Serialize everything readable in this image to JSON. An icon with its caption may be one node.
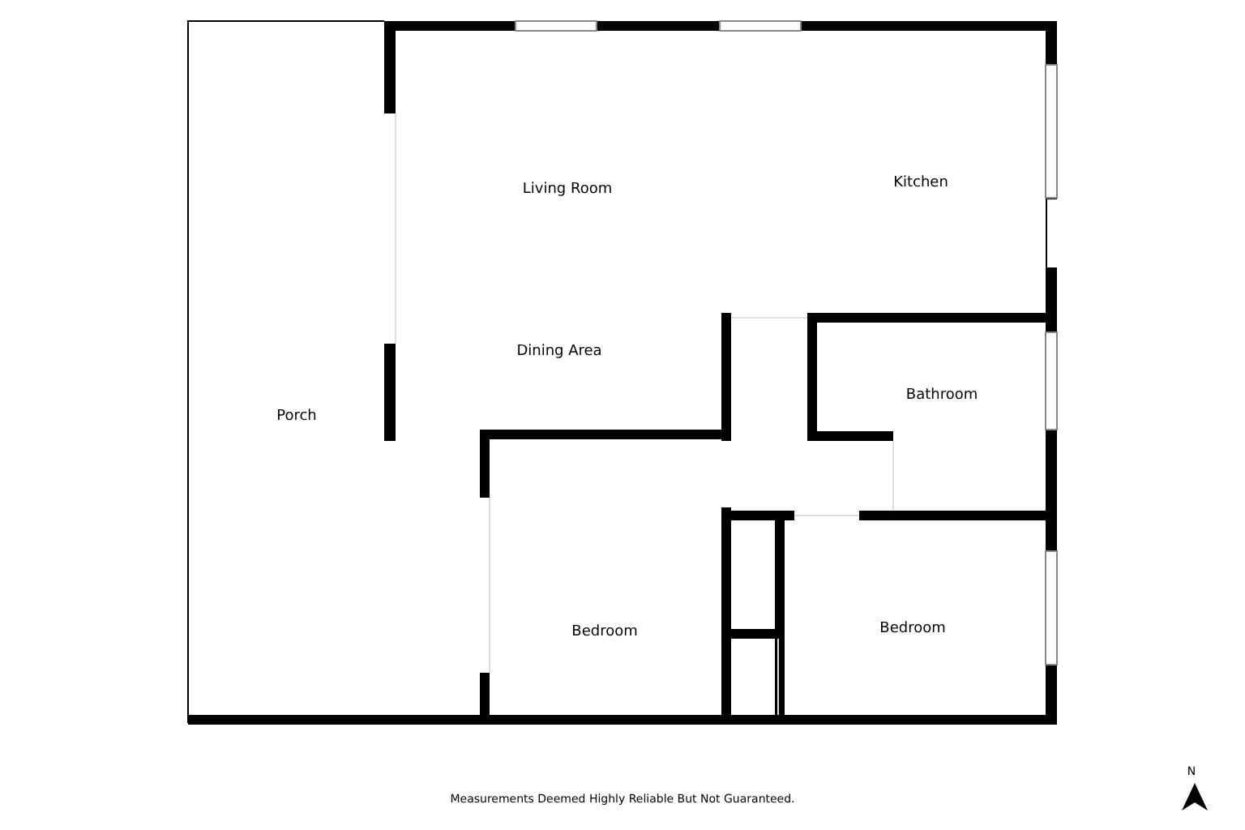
{
  "diagram": {
    "labels": [
      "Living Room",
      "Kitchen",
      "Dining Area",
      "Porch",
      "Bathroom",
      "Bedroom",
      "Bedroom",
      "Measurements Deemed Highly Reliable But Not Guaranteed.",
      "N"
    ]
  }
}
